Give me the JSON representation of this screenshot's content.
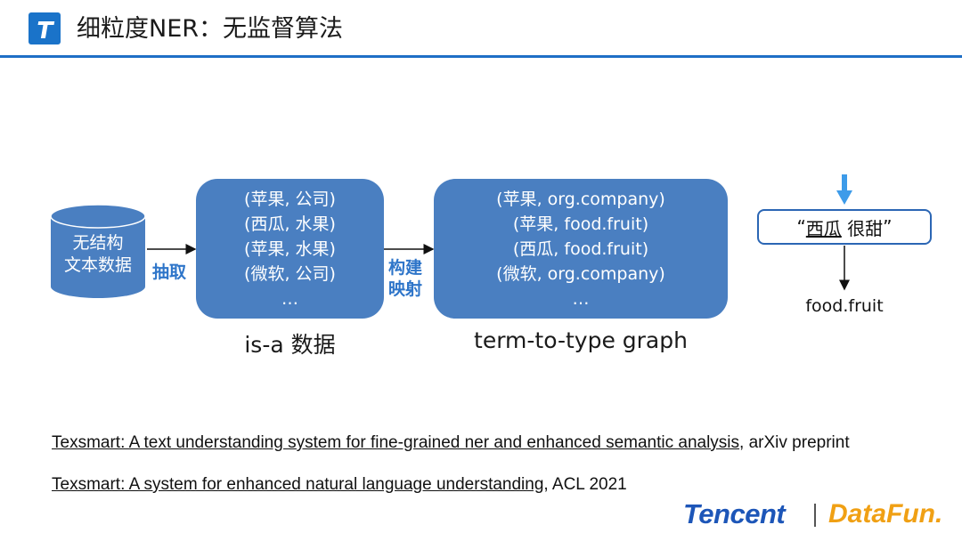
{
  "header": {
    "title": "细粒度NER：无监督算法"
  },
  "diagram": {
    "source": {
      "line1": "无结构",
      "line2": "文本数据"
    },
    "edge_extract": "抽取",
    "isa_box": {
      "items": [
        "(苹果, 公司)",
        "(西瓜, 水果)",
        "(苹果, 水果)",
        "(微软, 公司)",
        "…"
      ],
      "caption": "is-a 数据"
    },
    "edge_map": {
      "line1": "构建",
      "line2": "映射"
    },
    "graph_box": {
      "items": [
        "(苹果, org.company)",
        "(苹果, food.fruit)",
        "(西瓜, food.fruit)",
        "(微软, org.company)",
        "…"
      ],
      "caption": "term-to-type graph"
    },
    "query": {
      "open_quote": "“",
      "term": "西瓜",
      "rest": " 很甜",
      "close_quote": "”"
    },
    "output": "food.fruit"
  },
  "references": [
    {
      "title": "Texsmart: A text understanding system for fine-grained ner and enhanced semantic analysis",
      "venue": ", arXiv preprint"
    },
    {
      "title": "Texsmart: A system for enhanced natural language understanding",
      "venue": ", ACL 2021"
    }
  ],
  "footer": {
    "brand": "Tencent",
    "separator": "|",
    "partner": "DataFun."
  },
  "colors": {
    "accent": "#1f6fc6",
    "box_fill": "#4a7fc1",
    "edge_label": "#2e75c9",
    "arrow_down": "#3d9be9",
    "partner": "#f0a014"
  }
}
